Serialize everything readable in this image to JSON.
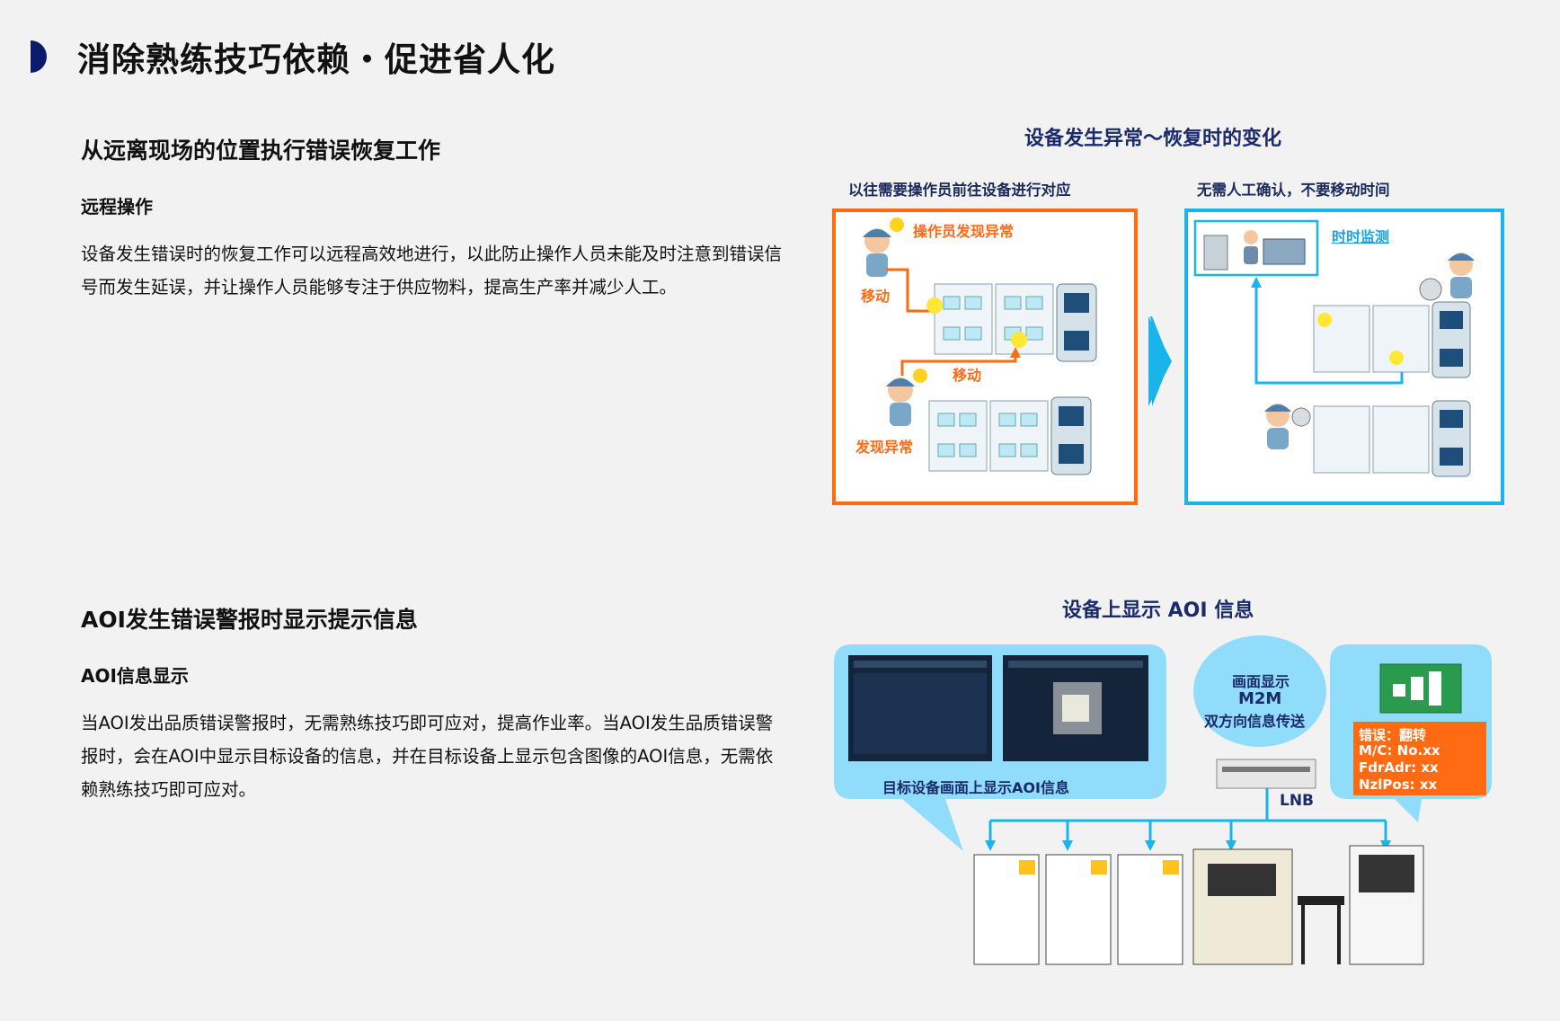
{
  "page": {
    "title": "消除熟练技巧依赖・促进省人化"
  },
  "section1": {
    "heading": "从远离现场的位置执行错误恢复工作",
    "subheading": "远程操作",
    "body": "设备发生错误时的恢复工作可以远程高效地进行，以此防止操作人员未能及时注意到错误信号而发生延误，并让操作人员能够专注于供应物料，提高生产率并减少人工。"
  },
  "section2": {
    "heading": "AOI发生错误警报时显示提示信息",
    "subheading": "AOI信息显示",
    "body": "当AOI发出品质错误警报时，无需熟练技巧即可应对，提高作业率。当AOI发生品质错误警报时，会在AOI中显示目标设备的信息，并在目标设备上显示包含图像的AOI信息，无需依赖熟练技巧即可应对。"
  },
  "figure1": {
    "title": "设备发生异常～恢复时的变化",
    "left_caption": "以往需要操作员前往设备进行对应",
    "right_caption": "无需人工确认，不要移动时间",
    "label_found": "操作员发现异常",
    "label_move1": "移动",
    "label_move2": "移动",
    "label_found2": "发现异常",
    "label_monitor": "时时监测"
  },
  "figure2": {
    "title": "设备上显示 AOI 信息",
    "screen_caption": "目标设备画面上显示AOI信息",
    "m2m_line1": "画面显示",
    "m2m_line2": "M2M",
    "m2m_line3": "双方向信息传送",
    "lnb": "LNB",
    "error_line1": "错误：翻转",
    "error_line2": "M/C:  No.xx",
    "error_line3": "FdrAdr:  xx",
    "error_line4": "NzlPos:  xx"
  },
  "colors": {
    "accent_navy": "#0b1b6b",
    "orange": "#ff6a13",
    "cyan": "#19b5ea",
    "bubble": "#8fdcfb"
  }
}
